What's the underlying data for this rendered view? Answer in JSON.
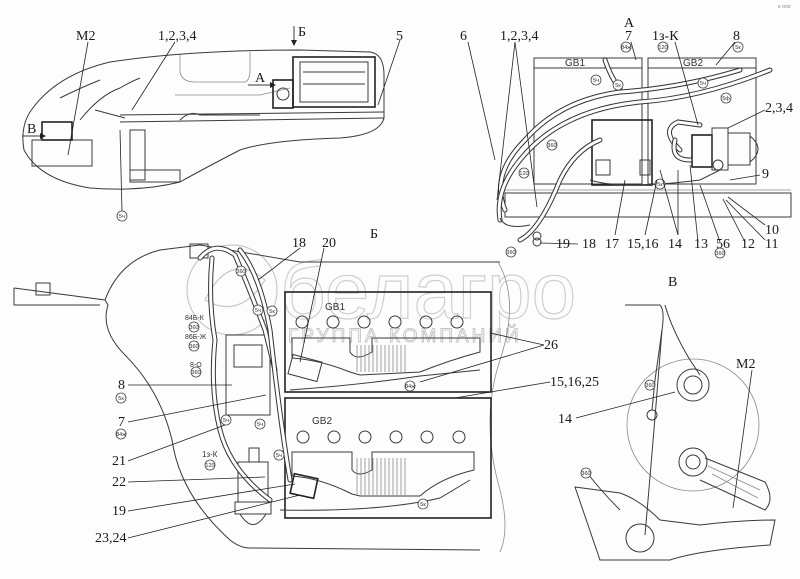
{
  "title": "Battery and starter wiring installation diagram",
  "watermark": {
    "brand": "белагро",
    "subtitle": "ГРУППА КОМПАНИЙ"
  },
  "corner_mark": "e ooo",
  "views": {
    "overview": {
      "labels": [
        "M2",
        "1,2,3,4",
        "Б",
        "5",
        "А",
        "В"
      ],
      "bubbles": [
        "5ч"
      ]
    },
    "view_A": {
      "title": "А",
      "batteries": [
        "GB1",
        "GB2"
      ],
      "labels": [
        "6",
        "1,2,3,4",
        "7",
        "1з-К",
        "8",
        "2,3,4",
        "9",
        "10",
        "11",
        "12",
        "56",
        "13",
        "14",
        "15,16",
        "17",
        "18",
        "19"
      ],
      "bubbles": [
        "84ж",
        "120",
        "5к",
        "5ч",
        "5к",
        "5ч",
        "5ф",
        "360",
        "120",
        "5к",
        "360",
        "360"
      ]
    },
    "view_B": {
      "title": "Б",
      "batteries": [
        "GB1",
        "GB2"
      ],
      "labels": [
        "18",
        "20",
        "26",
        "15,16,25",
        "8",
        "7",
        "21",
        "22",
        "19",
        "23,24",
        "1з-К"
      ],
      "wire_tags": [
        "84Б-К",
        "86Б-Ж",
        "8-О"
      ],
      "bubbles": [
        "360",
        "360",
        "360",
        "360",
        "5к",
        "84ж",
        "120",
        "5ч",
        "5к",
        "5ч",
        "5ч",
        "5ч",
        "84ж",
        "5к"
      ]
    },
    "view_V": {
      "title": "В",
      "labels": [
        "M2",
        "14"
      ],
      "bubbles": [
        "360",
        "360"
      ]
    }
  }
}
